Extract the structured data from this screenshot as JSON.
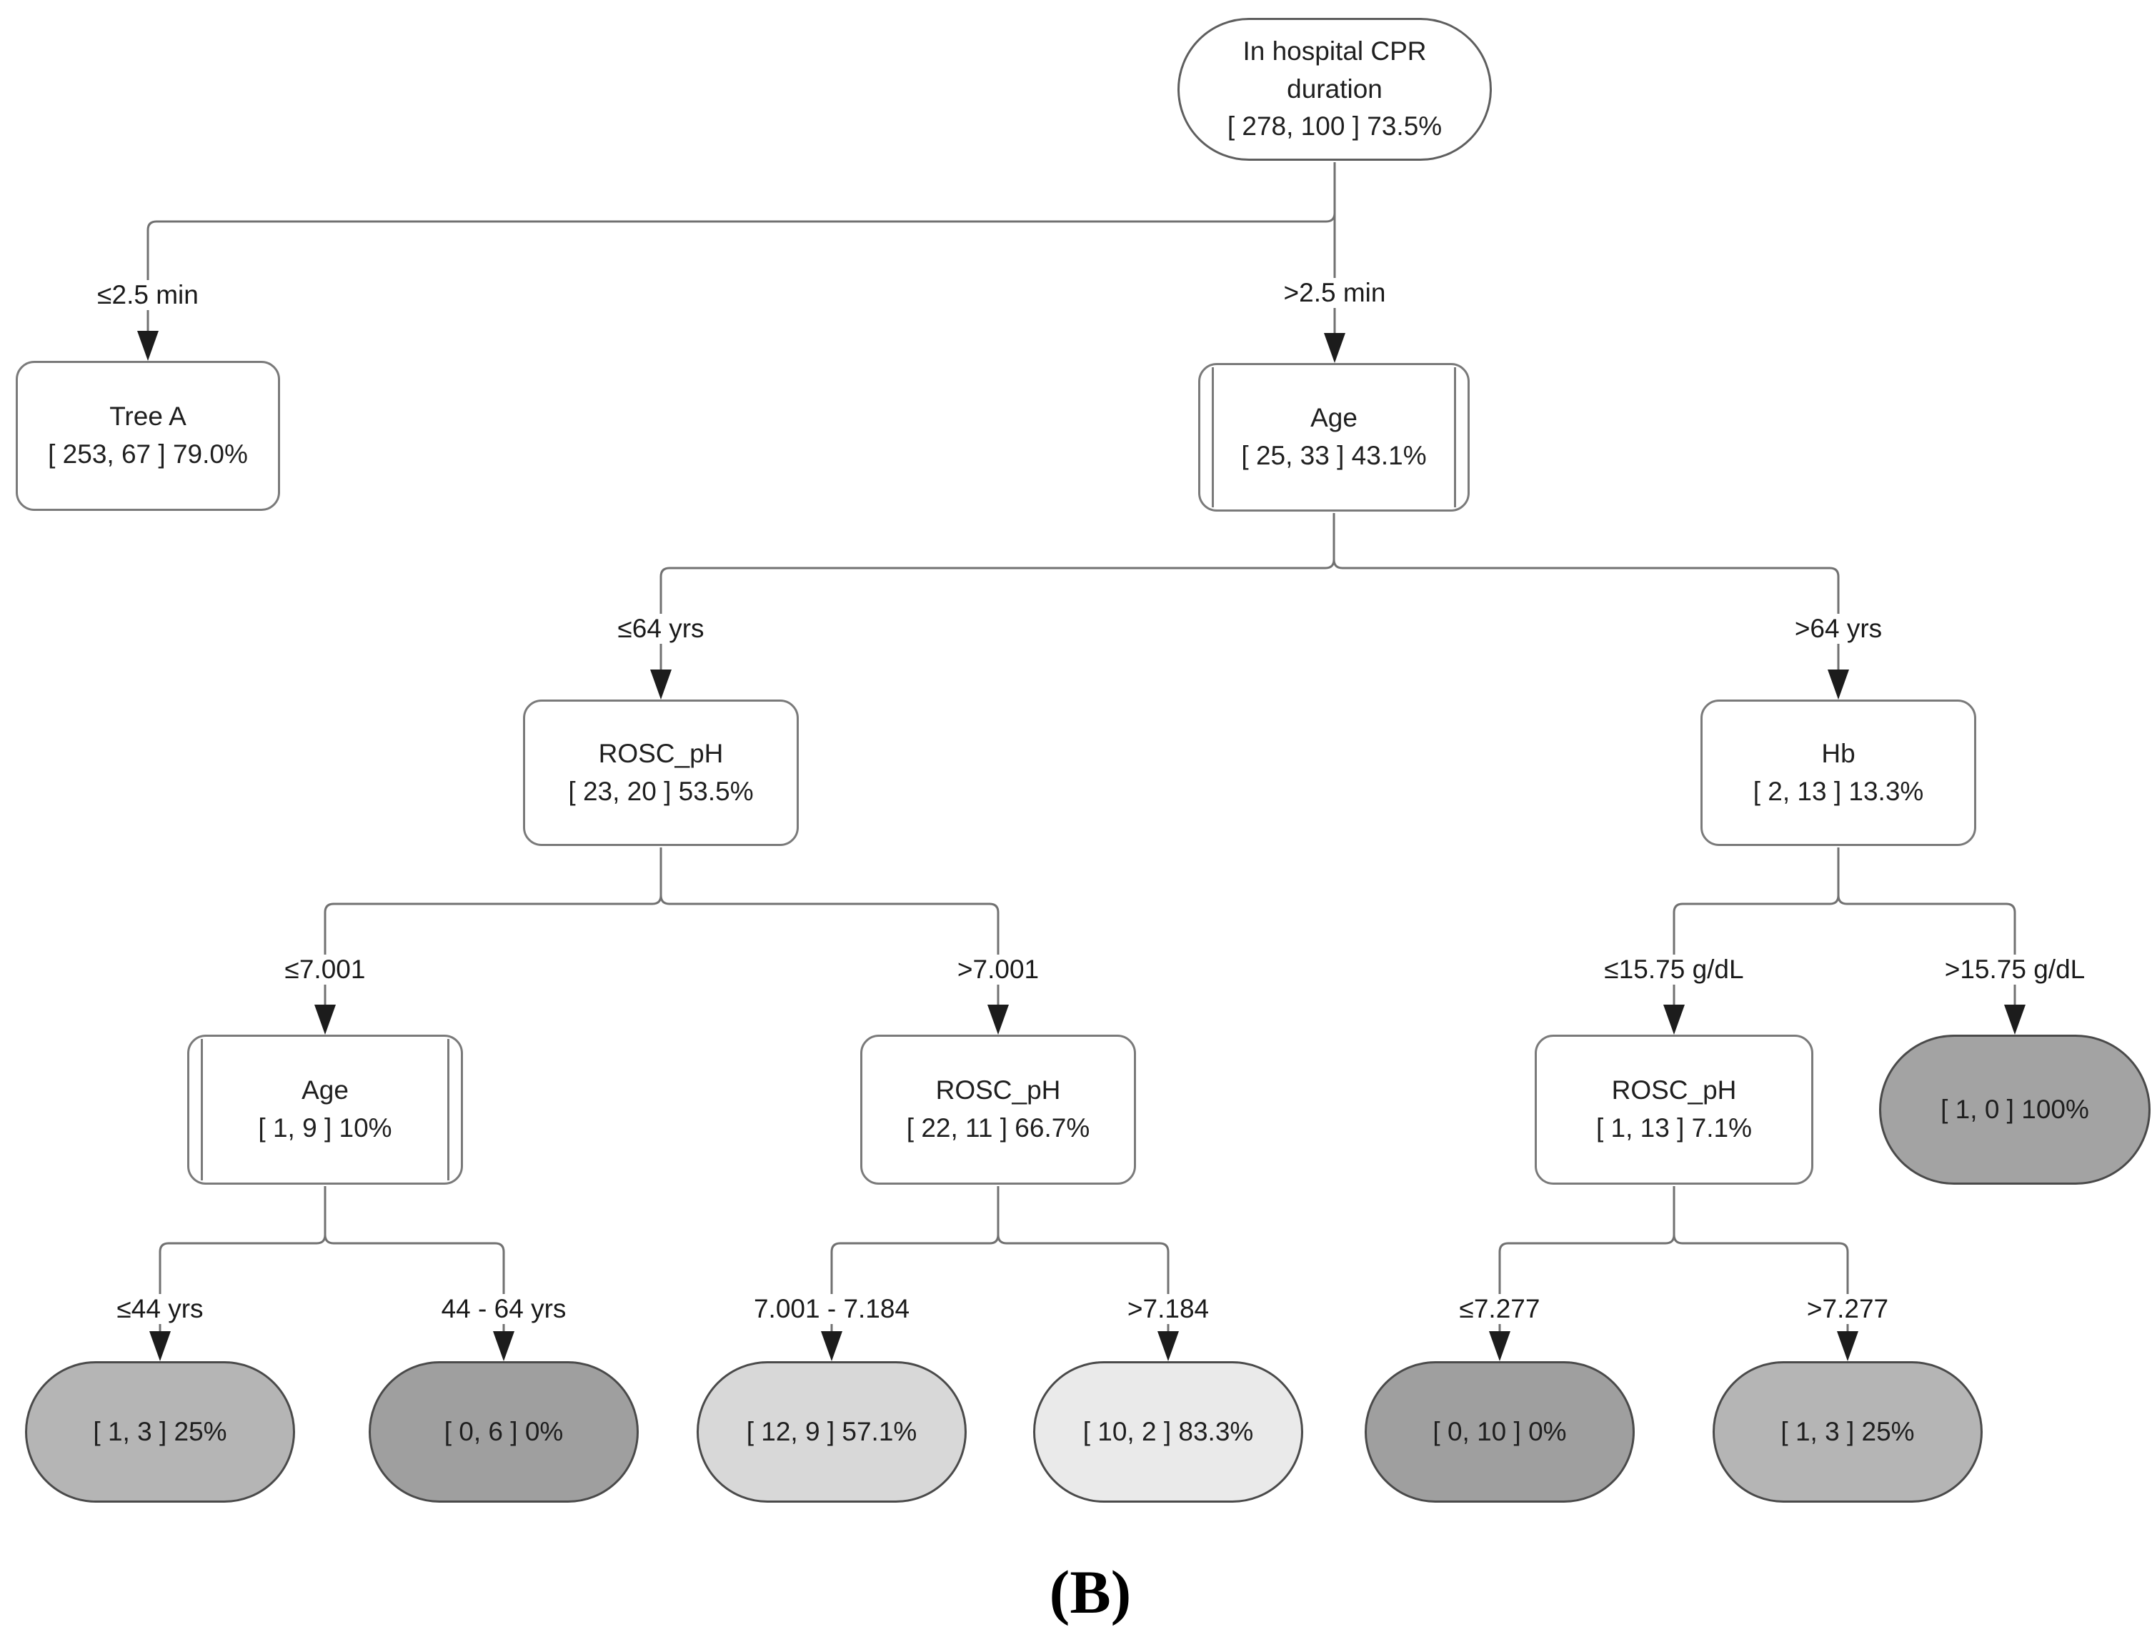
{
  "figure": {
    "caption": "(B)",
    "type": "decision-tree"
  },
  "colors": {
    "line": "#717171",
    "arrowhead": "#1c1c1c",
    "node_border": "#7a7a7a",
    "leaf_border": "#4a4a4a",
    "text": "#1a1a1a",
    "leaf_fill_0pct": "#9f9f9f",
    "leaf_fill_25pct": "#b5b5b5",
    "leaf_fill_57pct": "#d8d8d8",
    "leaf_fill_83pct": "#eaeaea",
    "leaf_fill_100pct": "#a3a3a3",
    "decision_fill": "#ffffff"
  },
  "nodes": {
    "root": {
      "shape": "stadium",
      "lines": [
        "In hospital CPR",
        "duration",
        "[ 278, 100 ] 73.5%"
      ],
      "fill": "#ffffff"
    },
    "tree_a": {
      "shape": "rounded-box",
      "lines": [
        "Tree A",
        "[ 253, 67 ] 79.0%"
      ],
      "fill": "#ffffff"
    },
    "age_1": {
      "shape": "process-box",
      "lines": [
        "Age",
        "[ 25, 33 ] 43.1%"
      ],
      "fill": "#ffffff"
    },
    "rosc_ph_1": {
      "shape": "rounded-box",
      "lines": [
        "ROSC_pH",
        "[ 23, 20 ] 53.5%"
      ],
      "fill": "#ffffff"
    },
    "hb": {
      "shape": "rounded-box",
      "lines": [
        "Hb",
        "[ 2, 13 ] 13.3%"
      ],
      "fill": "#ffffff"
    },
    "age_2": {
      "shape": "process-box",
      "lines": [
        "Age",
        "[ 1, 9 ] 10%"
      ],
      "fill": "#ffffff"
    },
    "rosc_ph_2": {
      "shape": "rounded-box",
      "lines": [
        "ROSC_pH",
        "[ 22, 11 ] 66.7%"
      ],
      "fill": "#ffffff"
    },
    "rosc_ph_3": {
      "shape": "rounded-box",
      "lines": [
        "ROSC_pH",
        "[ 1, 13 ] 7.1%"
      ],
      "fill": "#ffffff"
    },
    "leaf_100": {
      "shape": "leaf-stadium",
      "lines": [
        "[ 1, 0 ] 100%"
      ],
      "fill": "#a3a3a3"
    },
    "leaf_25_left": {
      "shape": "leaf-stadium",
      "lines": [
        "[ 1, 3 ] 25%"
      ],
      "fill": "#b5b5b5"
    },
    "leaf_0_left": {
      "shape": "leaf-stadium",
      "lines": [
        "[ 0, 6 ] 0%"
      ],
      "fill": "#9f9f9f"
    },
    "leaf_57": {
      "shape": "leaf-stadium",
      "lines": [
        "[ 12, 9 ] 57.1%"
      ],
      "fill": "#d8d8d8"
    },
    "leaf_83": {
      "shape": "leaf-stadium",
      "lines": [
        "[ 10, 2 ] 83.3%"
      ],
      "fill": "#eaeaea"
    },
    "leaf_0_right": {
      "shape": "leaf-stadium",
      "lines": [
        "[ 0, 10 ] 0%"
      ],
      "fill": "#9f9f9f"
    },
    "leaf_25_right": {
      "shape": "leaf-stadium",
      "lines": [
        "[ 1, 3 ] 25%"
      ],
      "fill": "#b5b5b5"
    }
  },
  "edges": [
    {
      "from": "root",
      "label": "≤2.5 min",
      "to": "tree_a"
    },
    {
      "from": "root",
      "label": ">2.5 min",
      "to": "age_1"
    },
    {
      "from": "age_1",
      "label": "≤64 yrs",
      "to": "rosc_ph_1"
    },
    {
      "from": "age_1",
      "label": ">64 yrs",
      "to": "hb"
    },
    {
      "from": "rosc_ph_1",
      "label": "≤7.001",
      "to": "age_2"
    },
    {
      "from": "rosc_ph_1",
      "label": ">7.001",
      "to": "rosc_ph_2"
    },
    {
      "from": "hb",
      "label": "≤15.75 g/dL",
      "to": "rosc_ph_3"
    },
    {
      "from": "hb",
      "label": ">15.75 g/dL",
      "to": "leaf_100"
    },
    {
      "from": "age_2",
      "label": "≤44 yrs",
      "to": "leaf_25_left"
    },
    {
      "from": "age_2",
      "label": "44 - 64 yrs",
      "to": "leaf_0_left"
    },
    {
      "from": "rosc_ph_2",
      "label": "7.001 - 7.184",
      "to": "leaf_57"
    },
    {
      "from": "rosc_ph_2",
      "label": ">7.184",
      "to": "leaf_83"
    },
    {
      "from": "rosc_ph_3",
      "label": "≤7.277",
      "to": "leaf_0_right"
    },
    {
      "from": "rosc_ph_3",
      "label": ">7.277",
      "to": "leaf_25_right"
    }
  ]
}
